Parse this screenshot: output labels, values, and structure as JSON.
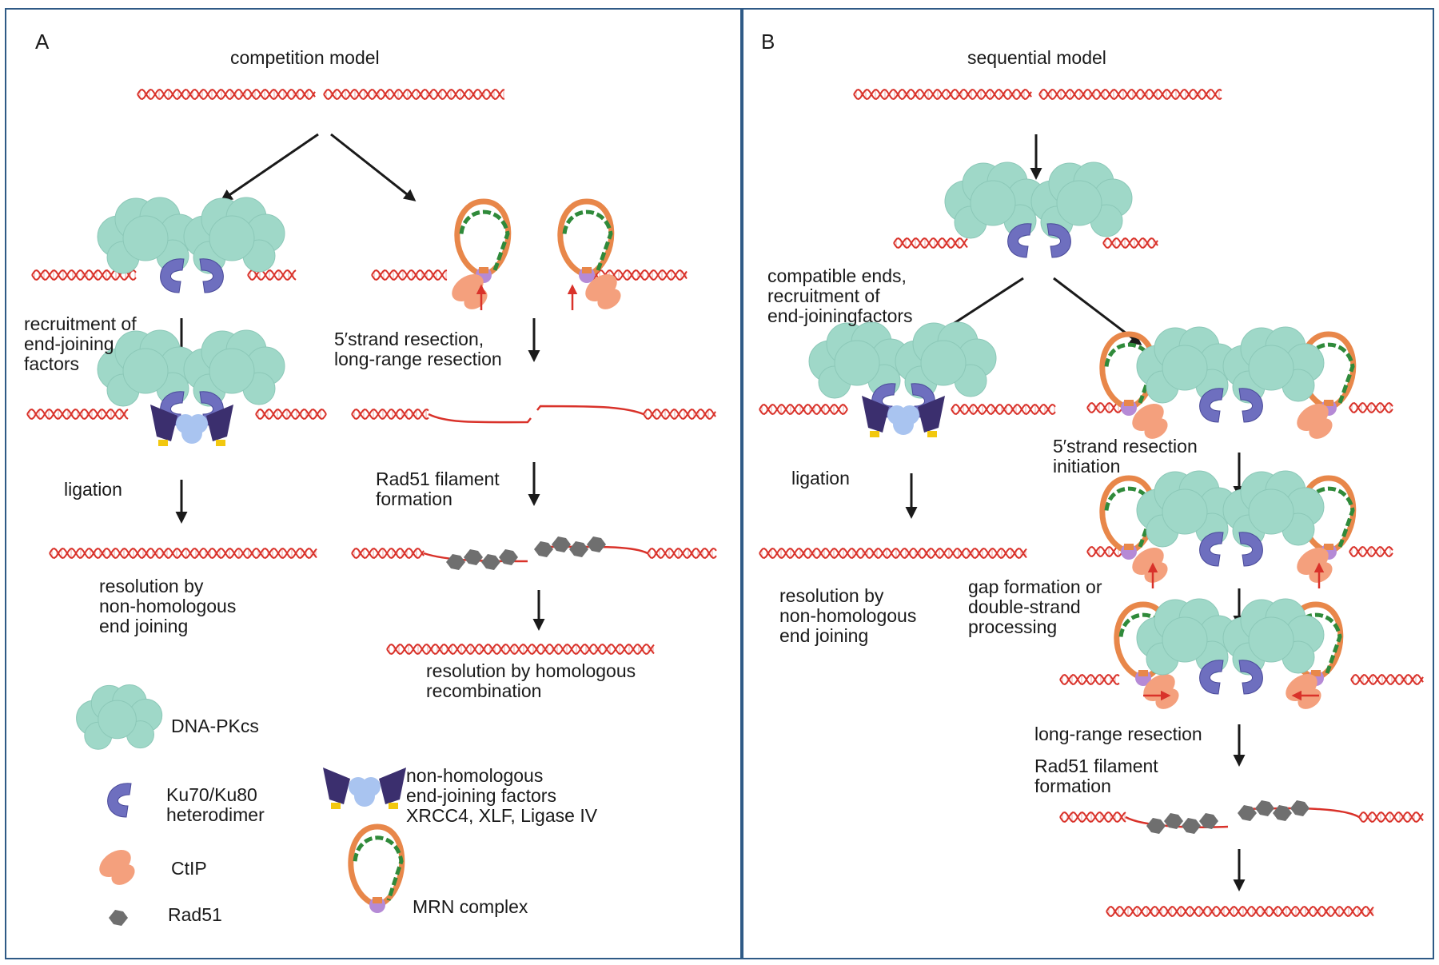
{
  "panel_a": {
    "letter": "A",
    "title": "competition model",
    "steps": {
      "nhej_recruit": "recruitment of\nend-joining\nfactors",
      "ligation": "ligation",
      "nhej_resolution": "resolution by\nnon-homologous\nend joining",
      "resection": "5′strand resection,\nlong-range resection",
      "rad51": "Rad51 filament\nformation",
      "hr_resolution": "resolution by homologous\nrecombination"
    }
  },
  "legend": {
    "dnapkcs": "DNA-PKcs",
    "ku": "Ku70/Ku80\nheterodimer",
    "ctip": "CtIP",
    "rad51": "Rad51",
    "nhej_factors": "non-homologous\nend-joining factors\nXRCC4, XLF, Ligase IV",
    "mrn": "MRN complex"
  },
  "panel_b": {
    "letter": "B",
    "title": "sequential model",
    "steps": {
      "compatible": "compatible ends,\nrecruitment of\nend-joiningfactors",
      "ligation": "ligation",
      "nhej_resolution": "resolution by\nnon-homologous\nend joining",
      "initiation": "5′strand resection\ninitiation",
      "gap": "gap formation or\ndouble-strand\nprocessing",
      "long_range": "long-range resection",
      "rad51": "Rad51 filament\nformation"
    }
  },
  "colors": {
    "dna": "#d9322a",
    "dnapkcs": "#9fd8c8",
    "ku": "#6e6fbf",
    "ctip": "#f4a07d",
    "mrn_orange": "#e8874a",
    "mrn_green": "#2f8a3a",
    "mrn_purple": "#b58ad6",
    "rad51": "#6f6f6f",
    "xrcc4": "#3b2f6e",
    "xlf": "#a9c4f0",
    "ligase": "#f2c80f",
    "border": "#2f5a86"
  }
}
